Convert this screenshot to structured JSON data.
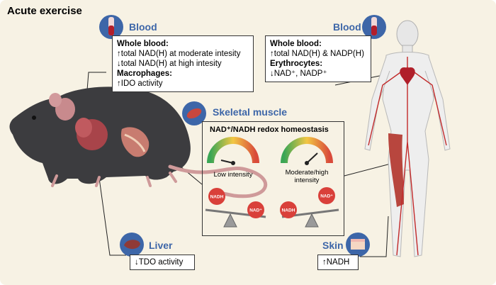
{
  "title": "Acute exercise",
  "blood_mouse": {
    "header": "Blood",
    "heading1": "Whole blood:",
    "lines1": [
      "↑total NAD(H) at moderate intesity",
      "↓total NAD(H) at high intesity"
    ],
    "heading2": "Macrophages:",
    "lines2": [
      "↑IDO activity"
    ]
  },
  "blood_human": {
    "header": "Blood",
    "heading1": "Whole blood:",
    "lines1": [
      "↑total NAD(H) & NADP(H)"
    ],
    "heading2": "Erythrocytes:",
    "lines2": [
      "↓NAD⁺, NADP⁺"
    ]
  },
  "muscle": {
    "header": "Skeletal muscle",
    "subtitle": "NAD⁺/NADH redox homeostasis",
    "gauge_low_label": "Low intensity",
    "gauge_high_label": "Moderate/high intensity",
    "low_heavy_ball": "NADH",
    "low_light_ball": "NAD⁺",
    "high_heavy_ball": "NADH",
    "high_light_ball": "NAD⁺"
  },
  "liver": {
    "header": "Liver",
    "text": "↓TDO activity"
  },
  "skin": {
    "header": "Skin",
    "text": "↑NADH"
  },
  "colors": {
    "background": "#f7f2e4",
    "accent_blue": "#3d66a8",
    "ball_red": "#d9403a"
  }
}
